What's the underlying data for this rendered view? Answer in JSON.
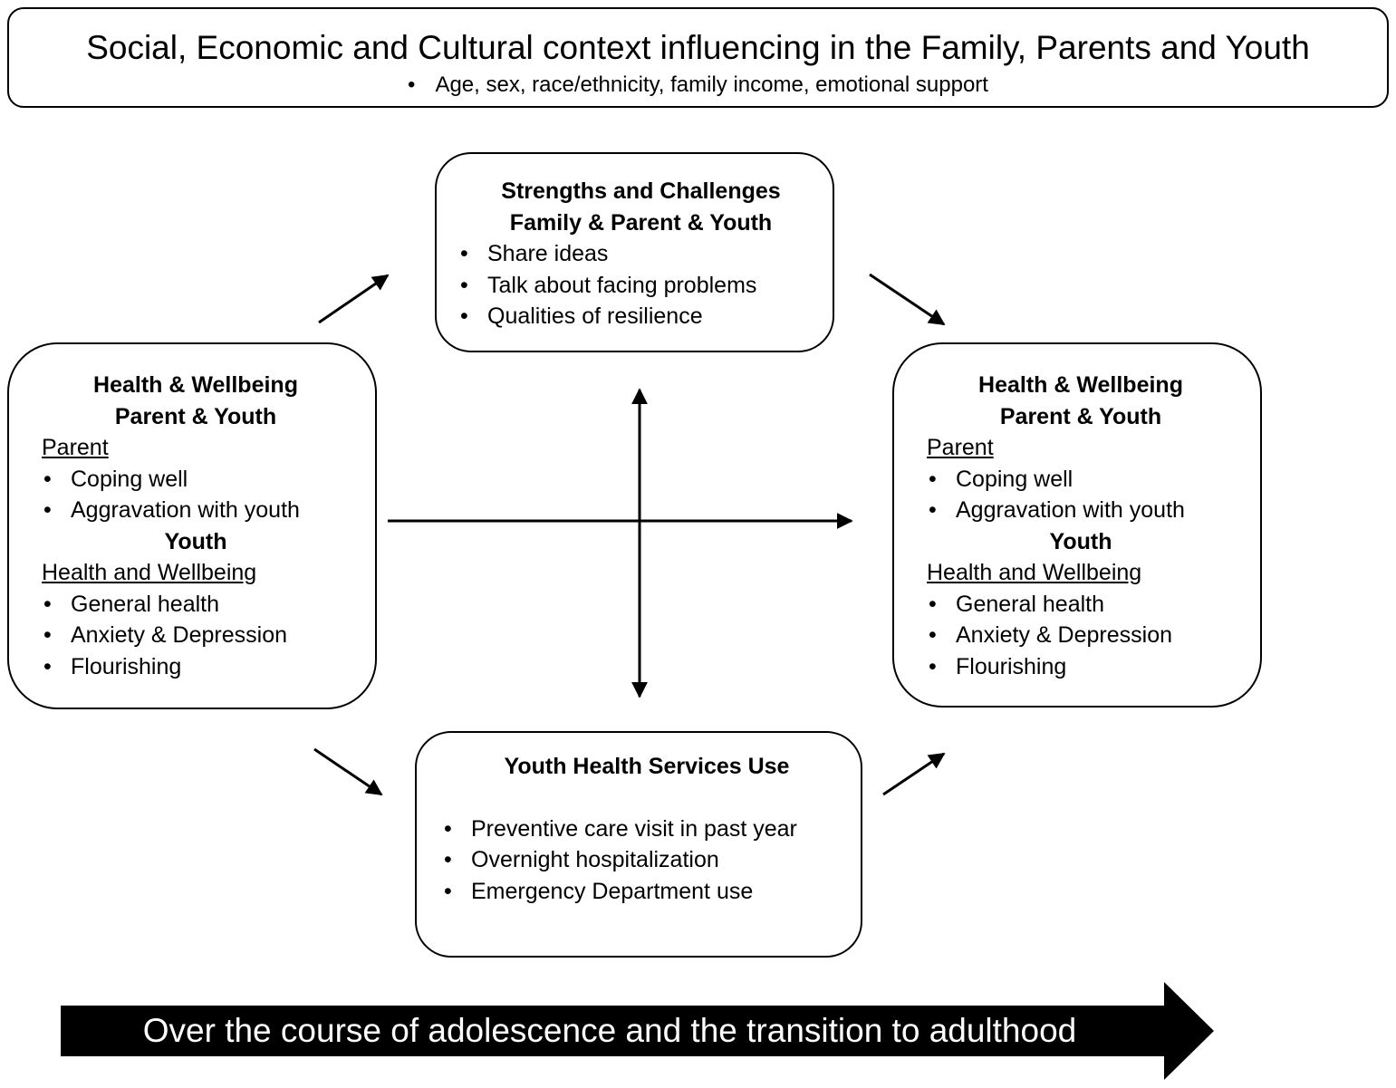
{
  "context": {
    "title": "Social, Economic and Cultural context influencing in the Family, Parents and Youth",
    "bullet": "Age, sex, race/ethnicity, family income, emotional support"
  },
  "strengths": {
    "title_line1": "Strengths and Challenges",
    "title_line2": "Family & Parent & Youth",
    "items": [
      "Share ideas",
      "Talk about facing problems",
      "Qualities of resilience"
    ]
  },
  "wellbeing_left": {
    "title_line1": "Health & Wellbeing",
    "title_line2": "Parent & Youth",
    "parent_label": "Parent",
    "parent_items": [
      "Coping well",
      "Aggravation with youth"
    ],
    "youth_label": "Youth",
    "youth_sub_label": "Health and Wellbeing",
    "youth_items": [
      "General health",
      "Anxiety & Depression",
      "Flourishing"
    ]
  },
  "wellbeing_right": {
    "title_line1": "Health & Wellbeing",
    "title_line2": "Parent & Youth",
    "parent_label": "Parent",
    "parent_items": [
      "Coping well",
      "Aggravation with youth"
    ],
    "youth_label": "Youth",
    "youth_sub_label": "Health and Wellbeing",
    "youth_items": [
      "General health",
      "Anxiety & Depression",
      "Flourishing"
    ]
  },
  "services": {
    "title": "Youth Health Services Use",
    "items": [
      "Preventive care visit in past year",
      "Overnight hospitalization",
      "Emergency Department use"
    ]
  },
  "timeline": {
    "label": "Over the course of adolescence and the transition to adulthood"
  }
}
